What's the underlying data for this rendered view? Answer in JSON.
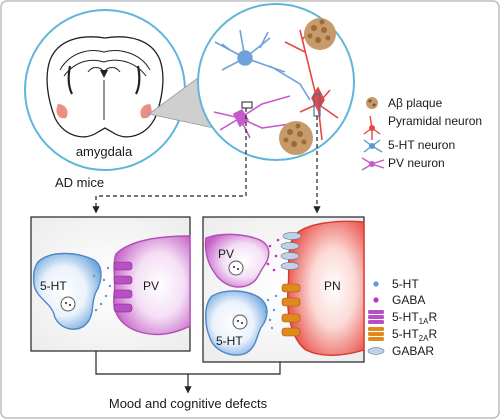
{
  "brain_panel": {
    "region_label": "amygdala",
    "group_label": "AD mice"
  },
  "legend_top": {
    "items": [
      {
        "label": "Aβ plaque",
        "icon": "amyloid-plaque-icon",
        "color": "#9b6b3a"
      },
      {
        "label": "Pyramidal neuron",
        "icon": "pyramidal-neuron-icon",
        "color": "#e8473f"
      },
      {
        "label": "5-HT neuron",
        "icon": "serotonin-neuron-icon",
        "color": "#5b9bd5"
      },
      {
        "label": "PV neuron",
        "icon": "pv-neuron-icon",
        "color": "#c55bc9"
      }
    ]
  },
  "left_synapse_panel": {
    "presynaptic_label": "5-HT",
    "postsynaptic_label": "PV"
  },
  "right_synapse_panel": {
    "pv_label": "PV",
    "serotonin_label": "5-HT",
    "pyramidal_label": "PN"
  },
  "legend_bottom": {
    "items": [
      {
        "label": "5-HT",
        "icon": "serotonin-dot-icon",
        "color": "#5b9bd5"
      },
      {
        "label": "GABA",
        "icon": "gaba-dot-icon",
        "color": "#c531c5"
      },
      {
        "label_main": "5-HT",
        "label_sub": "1A",
        "label_tail": "R",
        "icon": "5ht1a-receptor-icon",
        "color": "#b84fc4"
      },
      {
        "label_main": "5-HT",
        "label_sub": "2A",
        "label_tail": "R",
        "icon": "5ht2a-receptor-icon",
        "color": "#e08a1e"
      },
      {
        "label": "GABAR",
        "icon": "gabar-receptor-icon",
        "color": "#9aaec9"
      }
    ]
  },
  "outcome": {
    "text": "Mood and cognitive defects"
  },
  "colors": {
    "frame": "#bdbdbd",
    "circle_border": "#5fb6d9",
    "serotonin_blue": "#5b9bd5",
    "pv_purple": "#c55bc9",
    "pyramidal_red": "#e8473f",
    "receptor_1a": "#b84fc4",
    "receptor_2a": "#e08a1e",
    "gabar": "#9aaec9"
  }
}
